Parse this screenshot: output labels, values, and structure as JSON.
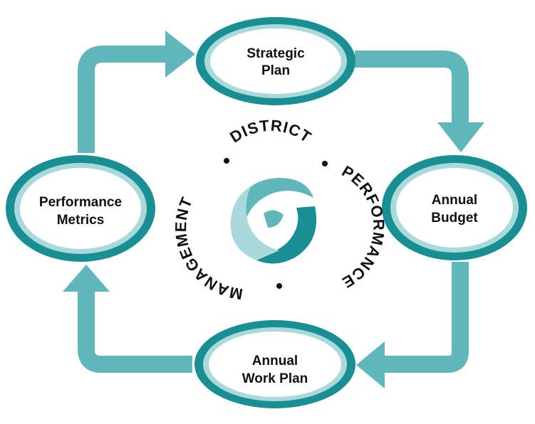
{
  "colors": {
    "teal": "#5fb7bb",
    "teal_dark": "#1a8f93",
    "teal_light": "#a9d9da",
    "text": "#111111",
    "background": "#ffffff"
  },
  "nodes": {
    "strategic_plan": {
      "line1": "Strategic",
      "line2": "Plan"
    },
    "annual_budget": {
      "line1": "Annual",
      "line2": "Budget"
    },
    "annual_work_plan": {
      "line1": "Annual",
      "line2": "Work Plan"
    },
    "performance_metrics": {
      "line1": "Performance",
      "line2": "Metrics"
    }
  },
  "seal": {
    "top_text": "DISTRICT",
    "right_text": "PERFORMANCE",
    "left_text": "MANAGEMENT",
    "icon": "hands-circle-icon"
  }
}
